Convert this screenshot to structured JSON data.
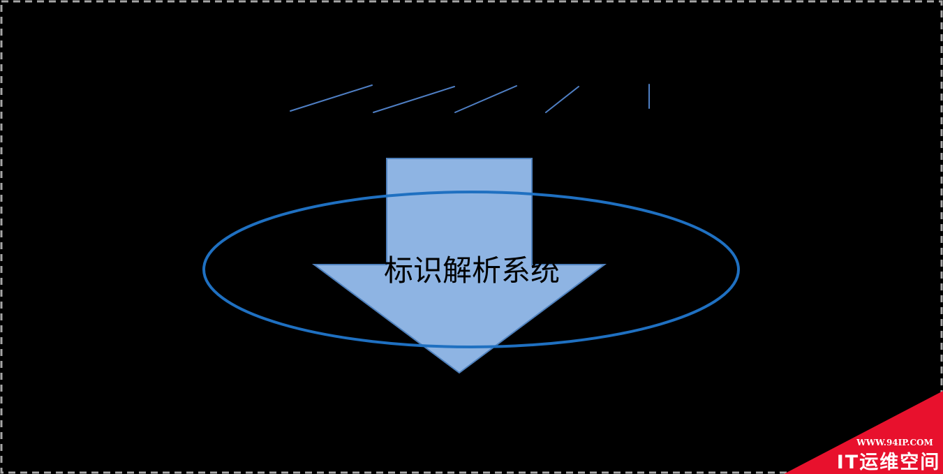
{
  "diagram": {
    "center_label": "标识解析系统"
  },
  "watermark": {
    "url": "WWW.94IP.COM",
    "name": "IT运维空间"
  },
  "colors": {
    "background": "#000000",
    "frame": "#a6a6a6",
    "stroke_lines": "#4f7fc4",
    "arrow_fill": "#8eb4e3",
    "arrow_stroke": "#4f81bd",
    "ellipse_stroke": "#1f70c1",
    "watermark_fill": "#e8112d"
  }
}
